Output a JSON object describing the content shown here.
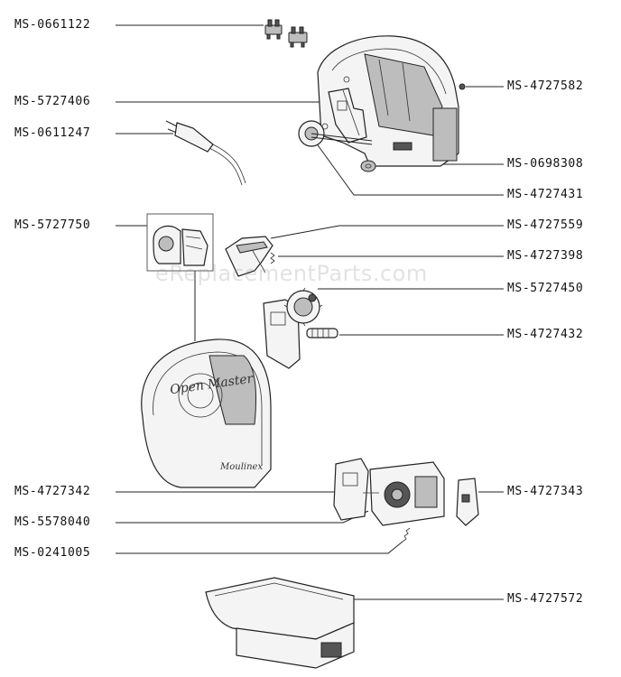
{
  "watermark": "eReplacementParts.com",
  "cover_script": "Open Master",
  "brand_script": "Moulinex",
  "labels": {
    "p0661122": "MS-0661122",
    "p5727406": "MS-5727406",
    "p0611247": "MS-0611247",
    "p5727750": "MS-5727750",
    "p4727342": "MS-4727342",
    "p5578040": "MS-5578040",
    "p0241005": "MS-0241005",
    "p4727582": "MS-4727582",
    "p0698308": "MS-0698308",
    "p4727431": "MS-4727431",
    "p4727559": "MS-4727559",
    "p4727398": "MS-4727398",
    "p5727450": "MS-5727450",
    "p4727432": "MS-4727432",
    "p4727343": "MS-4727343",
    "p4727572": "MS-4727572"
  }
}
